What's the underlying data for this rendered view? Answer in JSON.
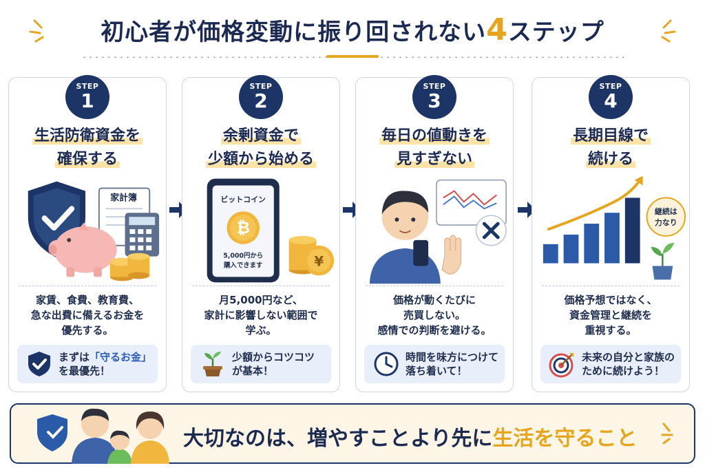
{
  "header": {
    "title_pre": "初心者が価格変動に振り回されない",
    "title_num": "4",
    "title_post": "ステップ"
  },
  "colors": {
    "navy": "#1c3566",
    "gold": "#e6a51f",
    "tip_bg": "#e9effa"
  },
  "steps": [
    {
      "label": "STEP",
      "number": "1",
      "title": [
        "生活防衛資金を",
        "確保する"
      ],
      "illus_text": "家計簿",
      "desc": [
        "家賃、食費、教育費、",
        "急な出費に備えるお金を",
        "優先する。"
      ],
      "tip_pre": "まずは",
      "tip_hl": "「守るお金」",
      "tip_line2": "を最優先！",
      "tip_icon": "shield-check-icon"
    },
    {
      "label": "STEP",
      "number": "2",
      "title": [
        "余剰資金で",
        "少額から始める"
      ],
      "phone_label": "ビットコイン",
      "phone_note": [
        "5,000円から",
        "購入できます"
      ],
      "desc": [
        "月5,000円など、",
        "家計に影響しない範囲で",
        "学ぶ。"
      ],
      "tip": [
        "少額からコツコツ",
        "が基本！"
      ],
      "tip_icon": "sprout-icon"
    },
    {
      "label": "STEP",
      "number": "3",
      "title": [
        "毎日の値動きを",
        "見すぎない"
      ],
      "desc": [
        "価格が動くたびに",
        "売買しない。",
        "感情での判断を避ける。"
      ],
      "tip": [
        "時間を味方につけて",
        "落ち着いて！"
      ],
      "tip_icon": "clock-icon"
    },
    {
      "label": "STEP",
      "number": "4",
      "title": [
        "長期目線で",
        "続ける"
      ],
      "bubble": [
        "継続は",
        "力なり"
      ],
      "desc": [
        "価格予想ではなく、",
        "資金管理と継続を",
        "重視する。"
      ],
      "tip": [
        "未来の自分と家族の",
        "ために続けよう！"
      ],
      "tip_icon": "target-icon"
    }
  ],
  "footer": {
    "text_pre": "大切なのは、増やすことより先に",
    "text_em": "生活を守ること"
  }
}
